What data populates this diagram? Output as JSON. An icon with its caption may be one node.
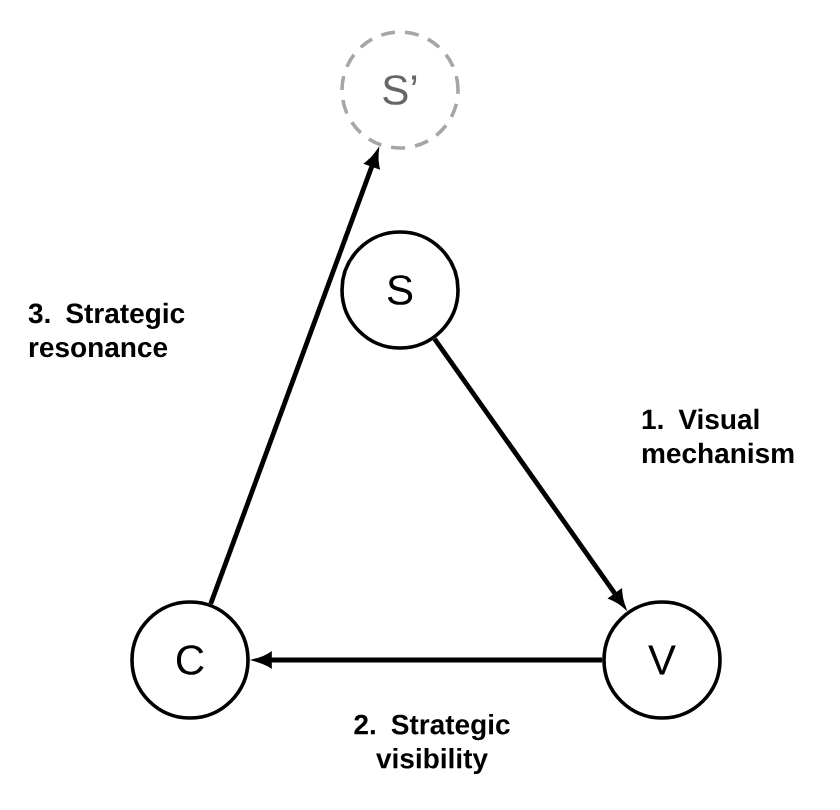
{
  "diagram": {
    "nodes": [
      {
        "text": [
          "S’"
        ]
      },
      {
        "text": [
          "S"
        ]
      },
      {
        "text": [
          "V"
        ]
      },
      {
        "text": [
          "C"
        ]
      }
    ],
    "edges": [
      {
        "from": 1,
        "to": 2,
        "arrow": "to",
        "label": "1. Visual mechanism"
      },
      {
        "from": 2,
        "to": 3,
        "arrow": "to",
        "label": "2. Strategic visibility"
      },
      {
        "from": 3,
        "to": 0,
        "arrow": "to",
        "label": "3. Strategic resonance"
      }
    ]
  }
}
